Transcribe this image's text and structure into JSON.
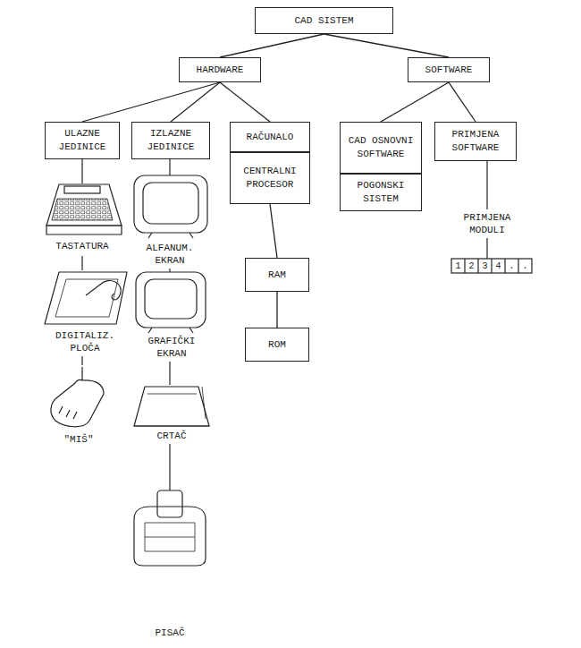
{
  "diagram": {
    "nodes": [
      {
        "text": [
          "CAD SISTEM"
        ]
      },
      {
        "text": [
          "HARDWARE"
        ]
      },
      {
        "text": [
          "SOFTWARE"
        ]
      },
      {
        "text": [
          "ULAZNE JEDINICE"
        ]
      },
      {
        "text": [
          "IZLAZNE JEDINICE"
        ]
      },
      {
        "text": [
          "RAČUNALO"
        ]
      },
      {
        "text": [
          "CAD OSNOVNI SOFTWARE"
        ]
      },
      {
        "text": [
          "PRIMJENA SOFTWARE"
        ]
      },
      {
        "text": [
          "CENTRALNI PROCESOR"
        ]
      },
      {
        "text": [
          "RAM"
        ]
      },
      {
        "text": [
          "ROM"
        ]
      },
      {
        "text": [
          "POGONSKI SISTEM"
        ]
      }
    ],
    "edges": [
      {
        "from": 0,
        "to": 1,
        "arrow": "none"
      },
      {
        "from": 0,
        "to": 2,
        "arrow": "none"
      },
      {
        "from": 1,
        "to": 3,
        "arrow": "none"
      },
      {
        "from": 1,
        "to": 4,
        "arrow": "none"
      },
      {
        "from": 1,
        "to": 5,
        "arrow": "none"
      },
      {
        "from": 2,
        "to": 6,
        "arrow": "none"
      },
      {
        "from": 2,
        "to": 7,
        "arrow": "none"
      },
      {
        "from": 8,
        "to": 9,
        "arrow": "none"
      },
      {
        "from": 9,
        "to": 10,
        "arrow": "none"
      }
    ],
    "labels": [
      "TASTATURA",
      "DIGITALIZ. PLOČA",
      "\"MIŠ\"",
      "ALFANUM. EKRAN",
      "GRAFIČKI EKRAN",
      "CRTAČ",
      "PISAČ",
      "PRIMJENA MODULI",
      "1",
      "2",
      "3",
      "4",
      ".",
      "."
    ]
  }
}
